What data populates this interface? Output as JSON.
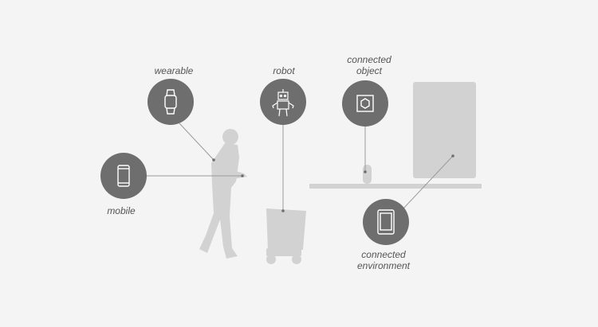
{
  "colors": {
    "background": "#f4f4f4",
    "silhouette": "#d2d2d2",
    "circle": "#6e6e6e",
    "icon": "#ffffff",
    "connector": "#9a9a9a",
    "label": "#555555"
  },
  "labels": {
    "wearable": "wearable",
    "robot": "robot",
    "connected_object_line1": "connected",
    "connected_object_line2": "object",
    "mobile": "mobile",
    "connected_environment_line1": "connected",
    "connected_environment_line2": "environment"
  },
  "icons": {
    "wearable": "smartwatch-icon",
    "robot": "robot-icon",
    "connected_object": "square-hexagon-icon",
    "mobile": "smartphone-icon",
    "connected_environment": "tablet-icon"
  }
}
